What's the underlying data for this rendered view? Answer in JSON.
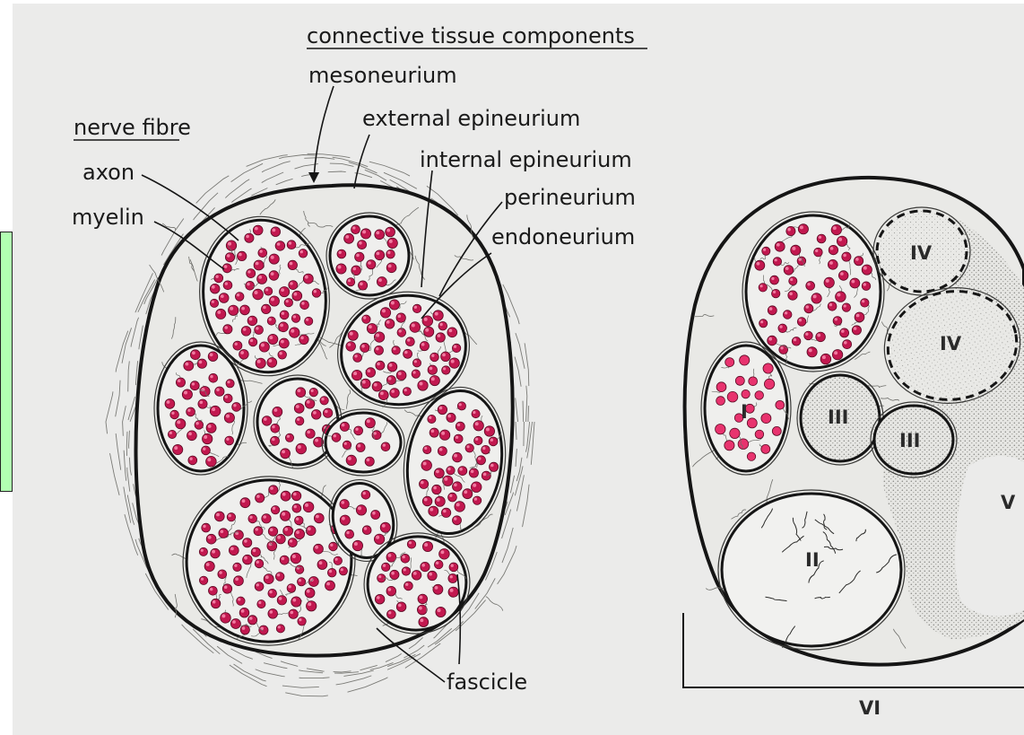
{
  "labels": {
    "connective_heading": "connective tissue components",
    "mesoneurium": "mesoneurium",
    "external_epineurium": "external epineurium",
    "internal_epineurium": "internal epineurium",
    "perineurium": "perineurium",
    "endoneurium": "endoneurium",
    "nerve_fibre_heading": "nerve fibre",
    "axon": "axon",
    "myelin": "myelin",
    "fascicle": "fascicle"
  },
  "grades": {
    "I": "I",
    "II": "II",
    "III_a": "III",
    "III_b": "III",
    "IV_a": "IV",
    "IV_b": "IV",
    "V": "V",
    "VI": "VI"
  },
  "colors": {
    "page_background": "#ebebea",
    "fibre_fill": "#c2184f",
    "fibre_highlight": "#f07aa0",
    "grade_I_fibre": "#e8336e",
    "outline": "#151515",
    "fascicle_fill": "#efefed",
    "stipple_fill": "#c9c9c9",
    "side_marker": "#b2ffb2"
  }
}
